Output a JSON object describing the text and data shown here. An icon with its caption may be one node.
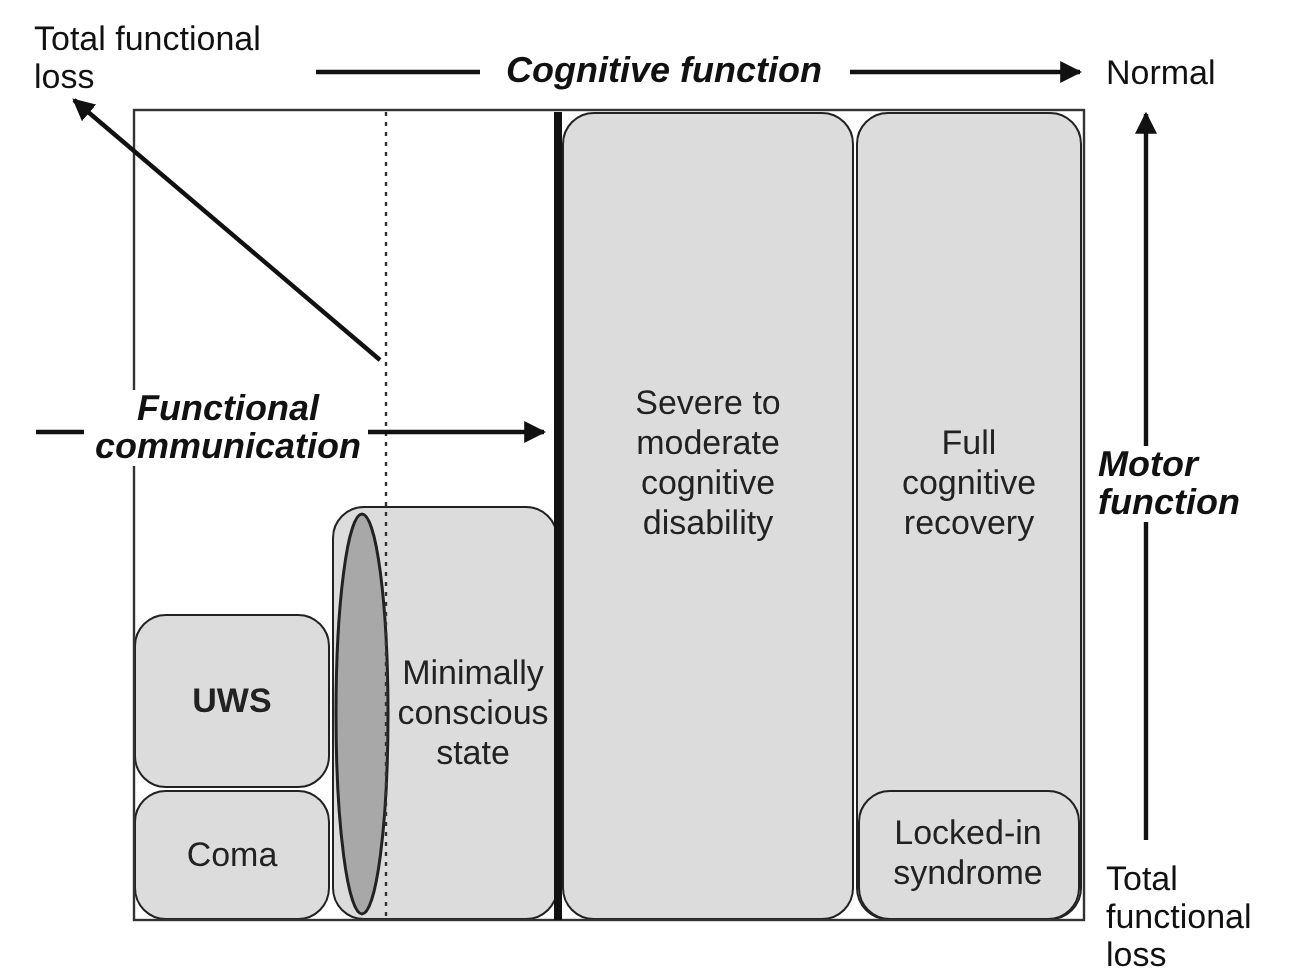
{
  "diagram": {
    "nodes": [
      {
        "text": [
          "UWS"
        ]
      },
      {
        "text": [
          "Coma"
        ]
      },
      {
        "text": [],
        "shape": "ellipse",
        "in": 3
      },
      {
        "text": [
          "Minimally conscious state"
        ]
      },
      {
        "text": [
          "Severe to moderate cognitive disability"
        ]
      },
      {
        "text": [
          "Full cognitive recovery"
        ]
      },
      {
        "text": [
          "Locked-in syndrome"
        ],
        "in": 5
      }
    ],
    "labels": [
      "Total functional loss",
      "Cognitive function",
      "Normal",
      "Functional communication",
      "Motor function",
      "Total functional loss"
    ]
  }
}
